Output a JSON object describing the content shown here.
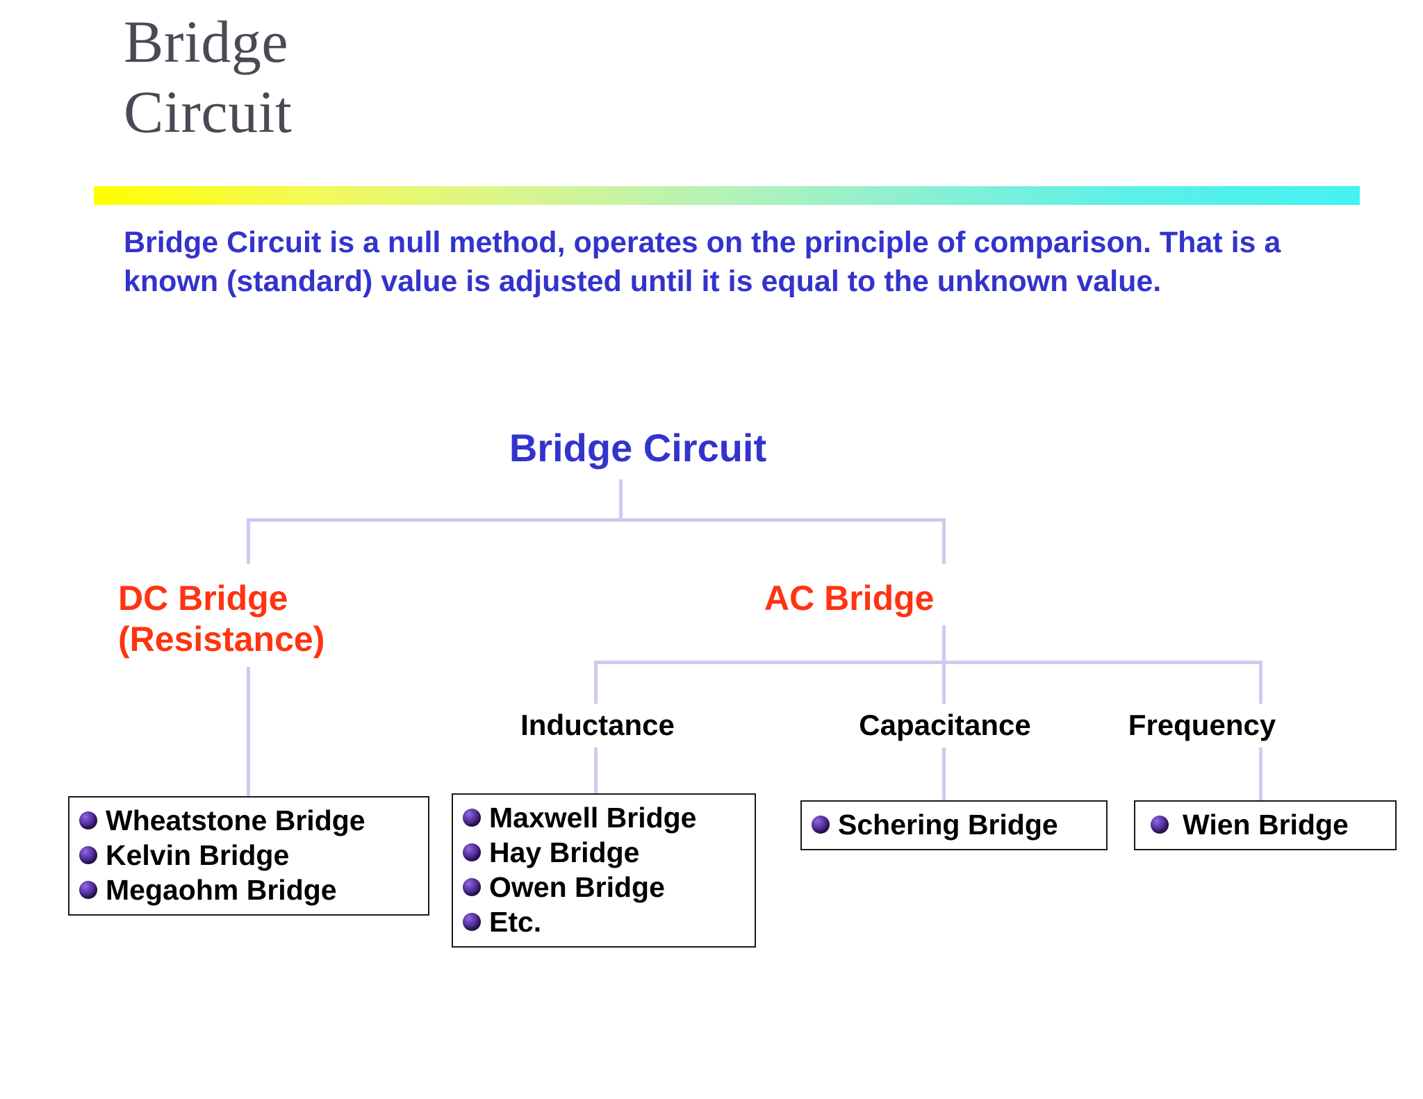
{
  "slide": {
    "title": "Bridge\nCircuit",
    "intro": "Bridge Circuit is a null method, operates on the principle of comparison. That is a known (standard) value is adjusted until it is equal to the unknown value.",
    "colors": {
      "title_text": "#4a4a55",
      "intro_text": "#3333cc",
      "root_node": "#3333cc",
      "branch_node": "#ff3311",
      "sub_label": "#000000",
      "connector": "#ccccf0",
      "gradient_start": "#ffff00",
      "gradient_end": "#44f2f2",
      "bullet": "#3d1f7a",
      "box_border": "#1a1a1a"
    }
  },
  "diagram": {
    "root": {
      "label": "Bridge Circuit"
    },
    "branches": [
      {
        "id": "dc",
        "label": "DC Bridge\n(Resistance)"
      },
      {
        "id": "ac",
        "label": "AC Bridge"
      }
    ],
    "ac_subtypes": [
      {
        "id": "inductance",
        "label": "Inductance"
      },
      {
        "id": "capacitance",
        "label": "Capacitance"
      },
      {
        "id": "frequency",
        "label": "Frequency"
      }
    ],
    "boxes": {
      "dc": {
        "items": [
          "Wheatstone Bridge",
          "Kelvin Bridge",
          "Megaohm Bridge"
        ]
      },
      "inductance": {
        "items": [
          "Maxwell Bridge",
          "Hay Bridge",
          "Owen Bridge",
          "Etc."
        ]
      },
      "capacitance": {
        "items": [
          "Schering Bridge"
        ]
      },
      "frequency": {
        "items": [
          "Wien Bridge"
        ]
      }
    },
    "bullet_icon": "purple-sphere-bullet-icon"
  }
}
